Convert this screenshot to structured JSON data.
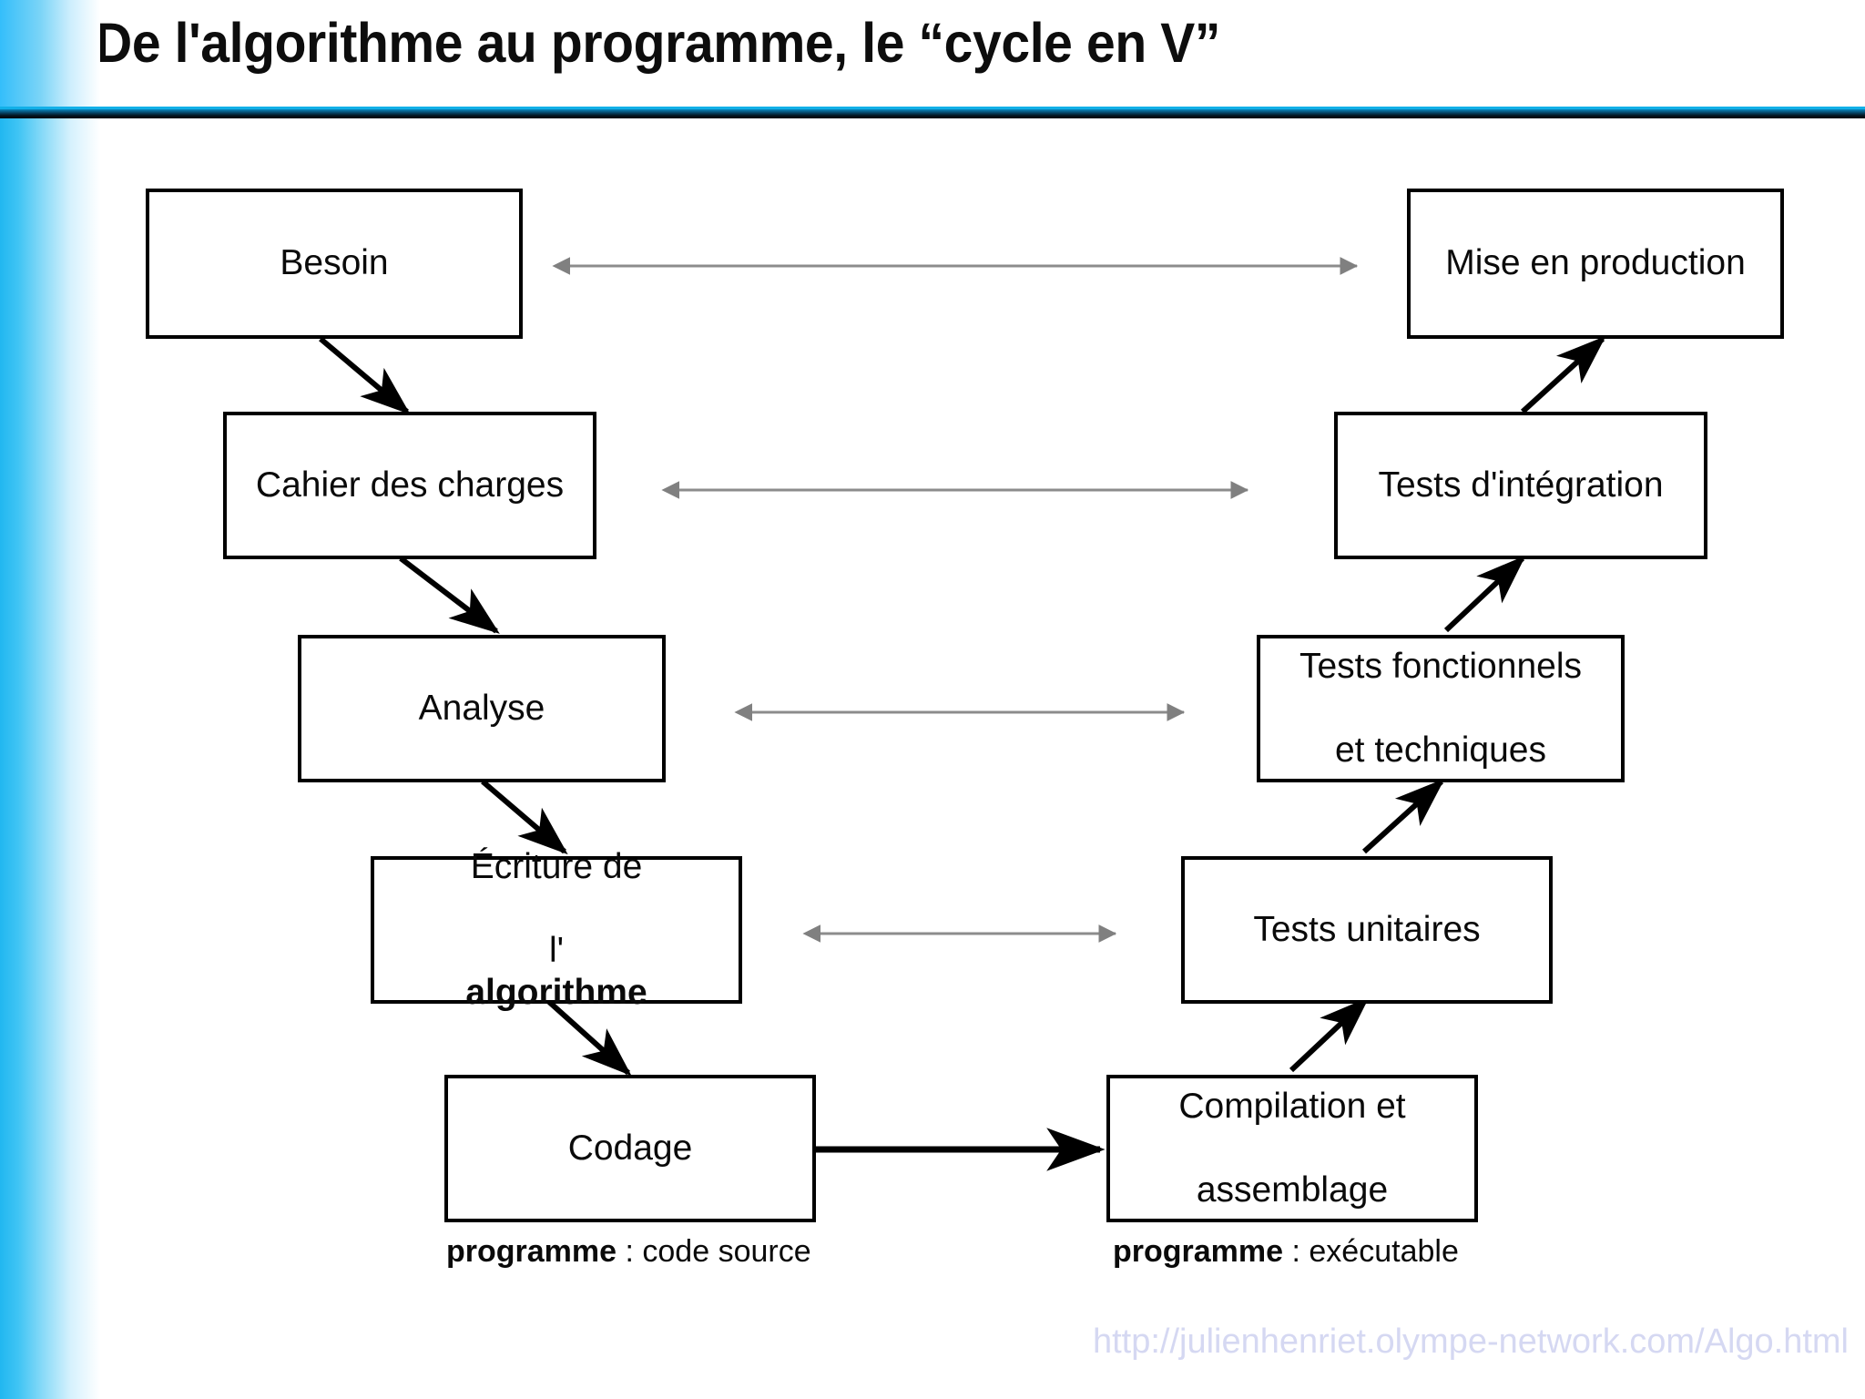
{
  "slide": {
    "title": "De l'algorithme au programme, le “cycle en V”",
    "footer_url": "http://julienhenriet.olympe-network.com/Algo.html",
    "accent_color": "#00a7e0",
    "band_color": "#21b7f0",
    "url_color": "#d5d8f2",
    "arrow_gray": "#808080",
    "arrow_black": "#000000"
  },
  "diagram": {
    "type": "v-cycle",
    "left_branch": [
      {
        "id": "besoin",
        "label": "Besoin"
      },
      {
        "id": "cahier-des-charges",
        "label": "Cahier des charges"
      },
      {
        "id": "analyse",
        "label": "Analyse"
      },
      {
        "id": "ecriture-algorithme",
        "label_line1": "Écriture de",
        "label_line2_plain": "l'",
        "label_line2_bold": "algorithme"
      },
      {
        "id": "codage",
        "label": "Codage"
      }
    ],
    "right_branch": [
      {
        "id": "mise-en-production",
        "label": "Mise en production"
      },
      {
        "id": "tests-integration",
        "label": "Tests d'intégration"
      },
      {
        "id": "tests-fonctionnels",
        "label_line1": "Tests fonctionnels",
        "label_line2": "et techniques"
      },
      {
        "id": "tests-unitaires",
        "label": "Tests unitaires"
      },
      {
        "id": "compilation",
        "label_line1": "Compilation et",
        "label_line2": "assemblage"
      }
    ],
    "captions": [
      {
        "id": "caption-code-source",
        "bold": "programme",
        "rest": " : code source"
      },
      {
        "id": "caption-executable",
        "bold": "programme",
        "rest": " : exécutable"
      }
    ],
    "correspondence_arrows": [
      {
        "from": "besoin",
        "to": "mise-en-production",
        "style": "double-headed-gray"
      },
      {
        "from": "cahier-des-charges",
        "to": "tests-integration",
        "style": "double-headed-gray"
      },
      {
        "from": "analyse",
        "to": "tests-fonctionnels",
        "style": "double-headed-gray"
      },
      {
        "from": "ecriture-algorithme",
        "to": "tests-unitaires",
        "style": "double-headed-gray"
      }
    ],
    "flow_arrows": [
      {
        "from": "besoin",
        "to": "cahier-des-charges",
        "style": "black"
      },
      {
        "from": "cahier-des-charges",
        "to": "analyse",
        "style": "black"
      },
      {
        "from": "analyse",
        "to": "ecriture-algorithme",
        "style": "black"
      },
      {
        "from": "ecriture-algorithme",
        "to": "codage",
        "style": "black"
      },
      {
        "from": "codage",
        "to": "compilation",
        "style": "black"
      },
      {
        "from": "compilation",
        "to": "tests-unitaires",
        "style": "black"
      },
      {
        "from": "tests-unitaires",
        "to": "tests-fonctionnels",
        "style": "black"
      },
      {
        "from": "tests-fonctionnels",
        "to": "tests-integration",
        "style": "black"
      },
      {
        "from": "tests-integration",
        "to": "mise-en-production",
        "style": "black"
      }
    ]
  }
}
